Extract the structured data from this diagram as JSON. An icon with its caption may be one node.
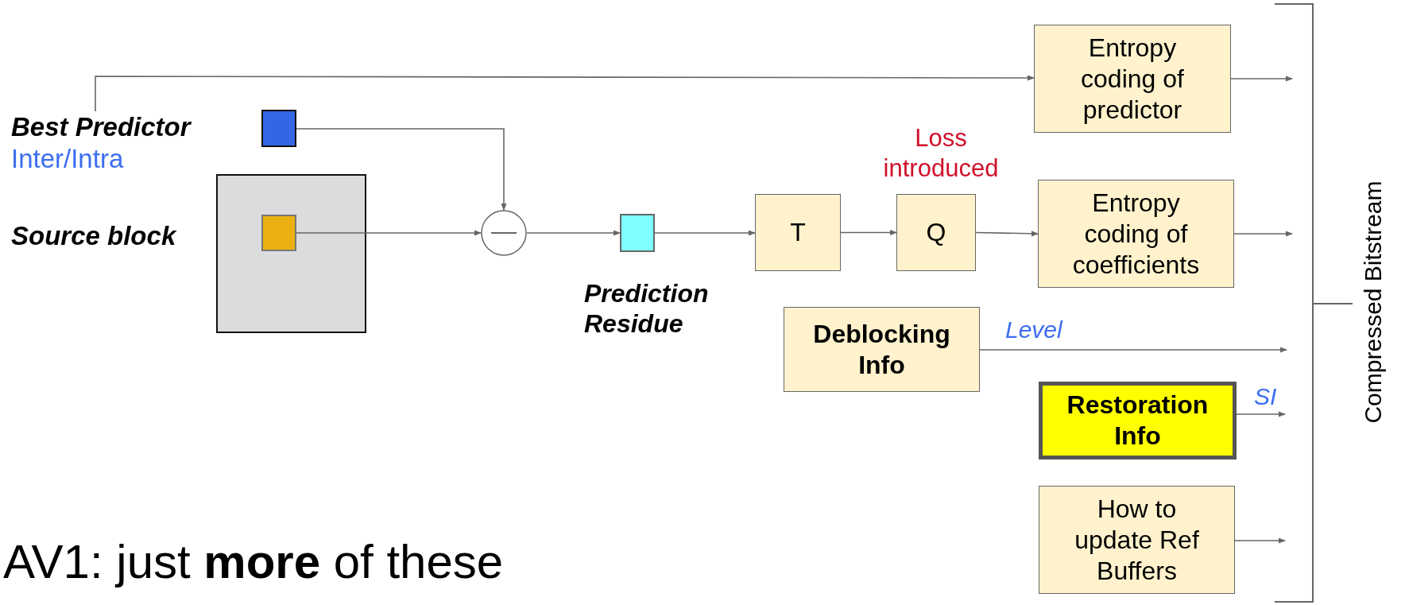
{
  "diagram": {
    "nodes": [
      {
        "text": [
          "Best Predictor",
          "Inter/Intra"
        ]
      },
      {
        "text": [],
        "shape": "box"
      },
      {
        "text": [
          "Source block"
        ]
      },
      {
        "text": [],
        "shape": "box",
        "in": 2
      },
      {
        "text": [],
        "shape": "circle"
      },
      {
        "text": [],
        "shape": "box",
        "beside": [
          "Prediction Residue"
        ]
      },
      {
        "text": [
          "T"
        ]
      },
      {
        "text": [
          "Q"
        ],
        "beside": [
          "Loss introduced"
        ]
      },
      {
        "text": [
          "Entropy coding of predictor"
        ]
      },
      {
        "text": [
          "Entropy coding of coefficients"
        ]
      },
      {
        "text": [
          "Deblocking Info"
        ]
      },
      {
        "text": [
          "Restoration Info"
        ]
      },
      {
        "text": [
          "How to update Ref Buffers"
        ]
      }
    ],
    "edges": [
      {
        "from": 0,
        "to": 8,
        "arrow": "to"
      },
      {
        "from": 1,
        "to": 4,
        "arrow": "to"
      },
      {
        "from": 3,
        "to": 4,
        "arrow": "to"
      },
      {
        "from": 4,
        "to": 5,
        "arrow": "to"
      },
      {
        "from": 5,
        "to": 6,
        "arrow": "to"
      },
      {
        "from": 6,
        "to": 7,
        "arrow": "to"
      },
      {
        "from": 7,
        "to": 9,
        "arrow": "to"
      },
      {
        "from": 8,
        "to": null,
        "arrow": "to"
      },
      {
        "from": 9,
        "to": null,
        "arrow": "to"
      },
      {
        "from": 10,
        "to": null,
        "arrow": "to",
        "label": "Level"
      },
      {
        "from": 11,
        "to": null,
        "arrow": "to",
        "label": "SI"
      },
      {
        "from": 12,
        "to": null,
        "arrow": "to"
      }
    ],
    "labels": [
      "Compressed Bitstream",
      "AV1: just **more** of these"
    ]
  }
}
